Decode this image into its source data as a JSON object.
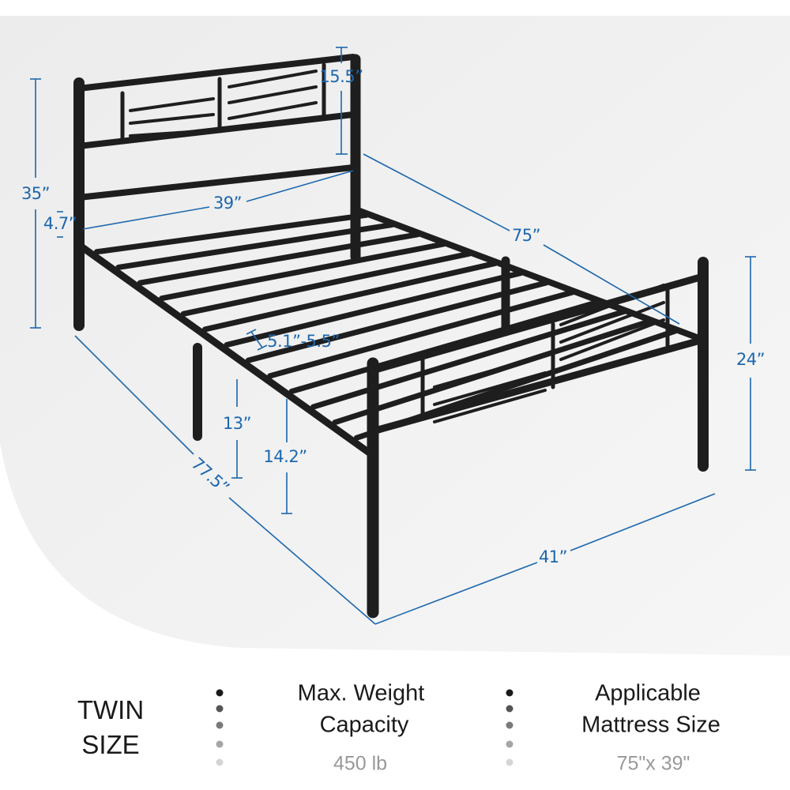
{
  "dimensions": {
    "total_height": "35”",
    "headboard_gap": "4.7”",
    "headboard_panel": "15.5”",
    "inner_width": "39”",
    "inner_length": "75”",
    "footboard_height": "24”",
    "slat_gap": "5.1”-5.5”",
    "under_bed_clearance": "13”",
    "frame_height": "14.2”",
    "total_length": "77.5”",
    "total_width": "41”"
  },
  "specs": {
    "size_line1": "TWIN",
    "size_line2": "SIZE",
    "weight_label_line1": "Max. Weight",
    "weight_label_line2": "Capacity",
    "weight_value": "450 lb",
    "mattress_label_line1": "Applicable",
    "mattress_label_line2": "Mattress Size",
    "mattress_value": "75\"x 39\""
  },
  "colors": {
    "dimension": "#1c67ad",
    "frame": "#1e1e1e",
    "dots": [
      "#1a1a1a",
      "#555555",
      "#7a7a7a",
      "#a5a5a5",
      "#d5d5d5"
    ]
  }
}
